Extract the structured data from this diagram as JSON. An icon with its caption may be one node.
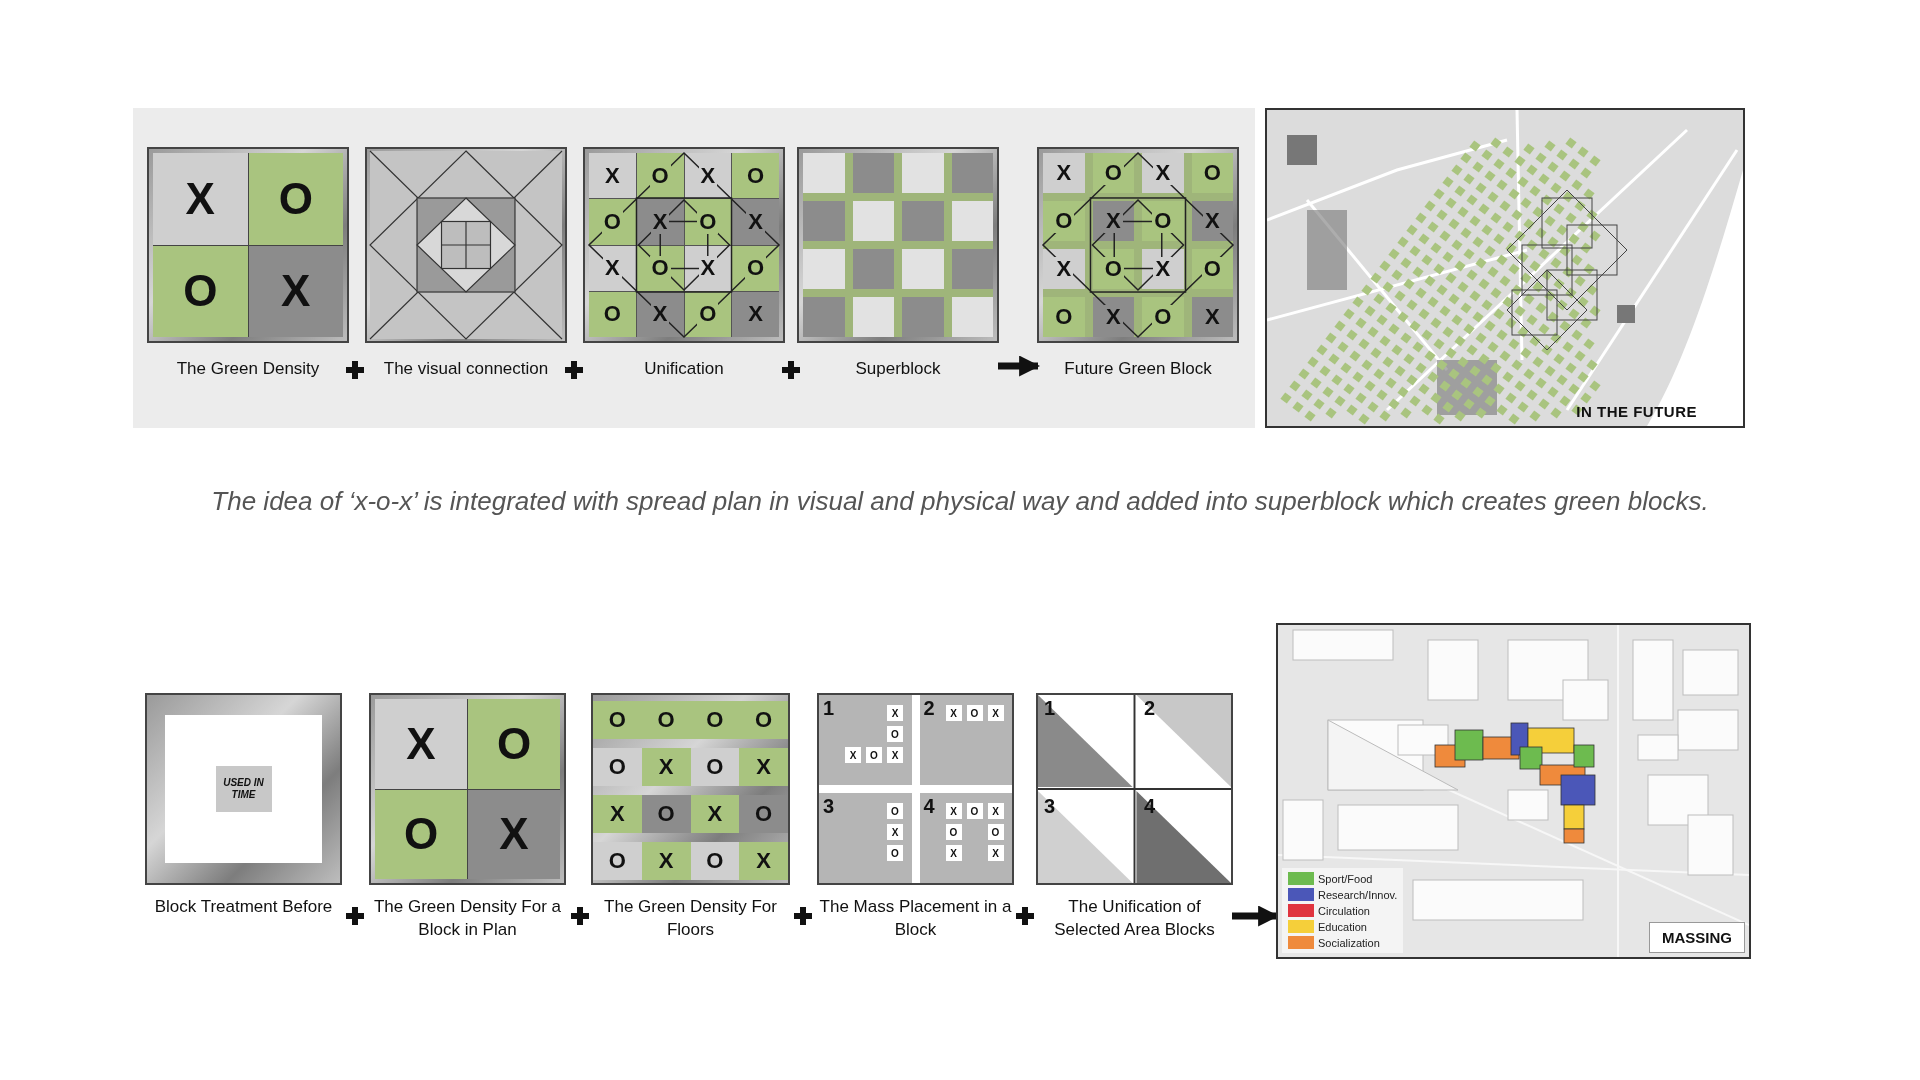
{
  "diagram": {
    "caption": "The idea of ‘x-o-x’ is integrated with spread plan in visual and physical way and added into superblock which creates green blocks.",
    "nodes": [
      {
        "text": [
          "The Green Density"
        ]
      },
      {
        "text": [
          "The visual connection"
        ]
      },
      {
        "text": [
          "Unification"
        ]
      },
      {
        "text": [
          "Superblock"
        ]
      },
      {
        "text": [
          "Future Green Block"
        ]
      },
      {
        "text": [
          "IN THE FUTURE"
        ]
      },
      {
        "text": [
          "Block Treatment Before"
        ]
      },
      {
        "text": [
          "USED IN TIME"
        ],
        "in": 6
      },
      {
        "text": [
          "The Green Density For a Block in Plan"
        ]
      },
      {
        "text": [
          "The Green Density For Floors"
        ]
      },
      {
        "text": [
          "The Mass Placement in a Block"
        ]
      },
      {
        "text": [
          "The Unification of Selected Area Blocks"
        ]
      },
      {
        "text": [
          "MASSING"
        ]
      }
    ],
    "edges": [
      {
        "from": 3,
        "to": 4,
        "arrow": "to"
      },
      {
        "from": 11,
        "to": 12,
        "arrow": "to"
      }
    ],
    "labels": [
      "X",
      "O",
      "O",
      "X",
      "X",
      "O",
      "X",
      "O",
      "O",
      "X",
      "O",
      "X",
      "X",
      "O",
      "X",
      "O",
      "O",
      "X",
      "O",
      "X",
      "X",
      "O",
      "X",
      "O",
      "O",
      "X",
      "O",
      "X",
      "X",
      "O",
      "X",
      "O",
      "O",
      "X",
      "O",
      "X",
      "X",
      "O",
      "O",
      "X",
      "O",
      "O",
      "O",
      "O",
      "O",
      "X",
      "O",
      "X",
      "X",
      "O",
      "X",
      "O",
      "O",
      "X",
      "O",
      "X",
      "1",
      "X",
      "O",
      "X",
      "O",
      "X",
      "2",
      "X",
      "O",
      "X",
      "3",
      "O",
      "X",
      "O",
      "4",
      "X",
      "O",
      "X",
      "O",
      "O",
      "X",
      "X",
      "1",
      "2",
      "3",
      "4"
    ],
    "legend": [
      {
        "text": "Sport/Food",
        "color": "#6dbb4f"
      },
      {
        "text": "Research/Innov.",
        "color": "#4b57b8"
      },
      {
        "text": "Circulation",
        "color": "#e0343f"
      },
      {
        "text": "Education",
        "color": "#f5cf3a"
      },
      {
        "text": "Socialization",
        "color": "#ef8a3c"
      }
    ]
  }
}
